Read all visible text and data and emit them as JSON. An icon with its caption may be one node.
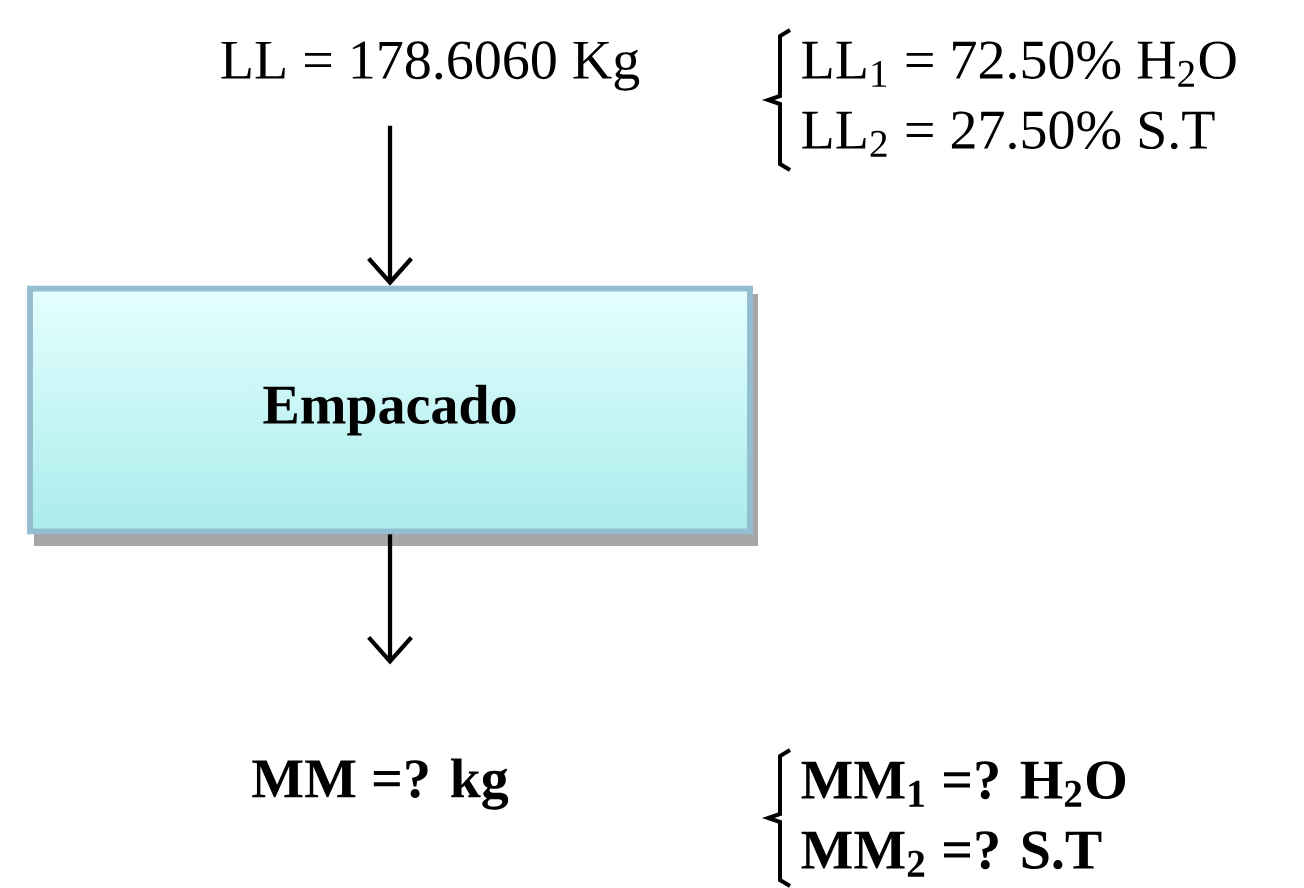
{
  "diagram": {
    "nodes": [
      {
        "text": [
          "LL = 178.6060 Kg"
        ]
      },
      {
        "text": [
          "Empacado"
        ]
      },
      {
        "text": [
          "MM =? kg"
        ]
      }
    ],
    "edges": [
      {
        "from": 0,
        "to": 1,
        "arrow": "to"
      },
      {
        "from": 1,
        "to": 2,
        "arrow": "to"
      }
    ],
    "labels": [
      "LL$_{1}$ = 72.50% H$_{2}$O",
      "LL$_{2}$ = 27.50% S.T",
      "MM$_{1}$ =? H$_{2}$O",
      "MM$_{2}$ =? S.T"
    ]
  }
}
